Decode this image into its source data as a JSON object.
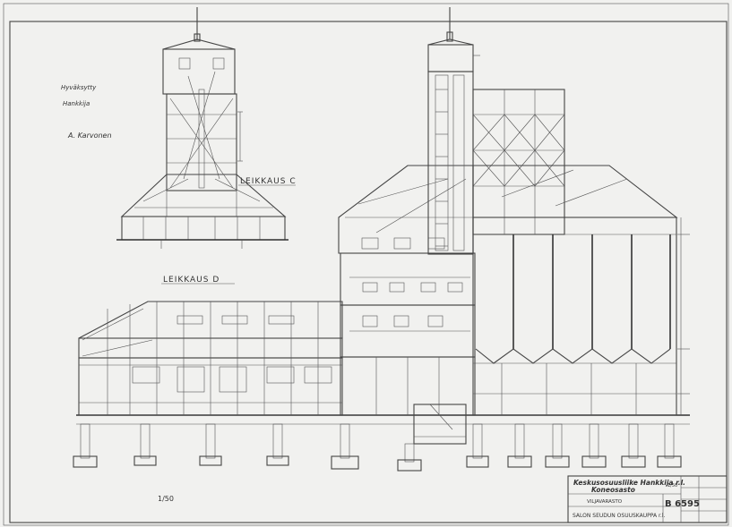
{
  "sheet": {
    "title_block": {
      "company": "Keskusosuusliike Hankkija r.l.",
      "department": "Koneosasto",
      "building": "VILJAVARASTO",
      "client": "SALON SEUDUN OSUUSKAUPPA r.l.",
      "drawing_number": "B 6595",
      "scale_label": "1/50"
    },
    "section_labels": {
      "upper": "LEIKKAUS C",
      "lower": "LEIKKAUS D"
    },
    "scale_note": "1/50",
    "handwritten_note": {
      "lines": [
        "Hyväksytty",
        "Hankkija",
        "A. Karvonen"
      ]
    },
    "colors": {
      "paper": "#f1f1ef",
      "ink": "#333333"
    }
  }
}
